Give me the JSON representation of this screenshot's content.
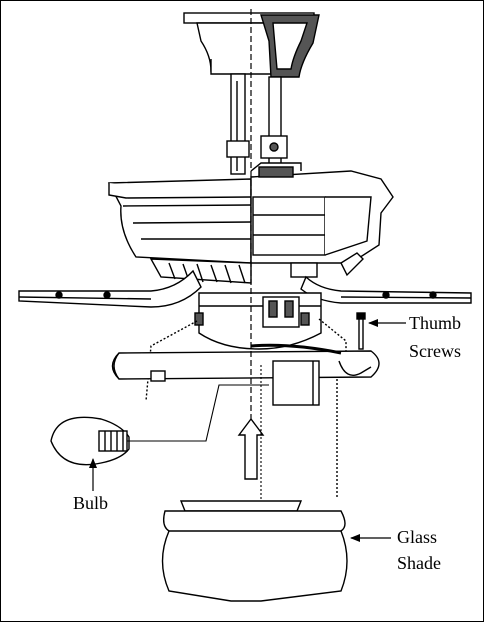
{
  "labels": {
    "thumb_screws_line1": "Thumb",
    "thumb_screws_line2": "Screws",
    "bulb": "Bulb",
    "glass_shade_line1": "Glass",
    "glass_shade_line2": "Shade"
  },
  "colors": {
    "ink": "#000000",
    "paper": "#ffffff",
    "shade": "#555555"
  }
}
